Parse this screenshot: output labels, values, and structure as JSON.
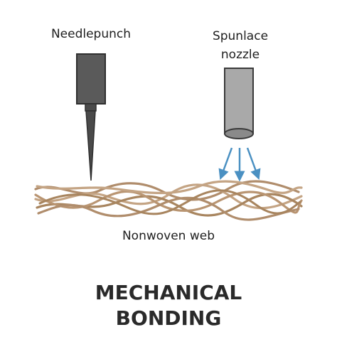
{
  "labels": {
    "needlepunch": "Needlepunch",
    "spunlace_line1": "Spunlace",
    "spunlace_line2": "nozzle",
    "web": "Nonwoven web"
  },
  "title": {
    "line1": "MECHANICAL",
    "line2": "BONDING"
  },
  "colors": {
    "needle_dark": "#5a5a5a",
    "needle_outline": "#2f2f2f",
    "nozzle_fill": "#a9a9a9",
    "water_jet": "#4a90c2",
    "fiber": "#b08d6c",
    "fiber_light": "#c4a484",
    "text": "#1e1e1e"
  }
}
